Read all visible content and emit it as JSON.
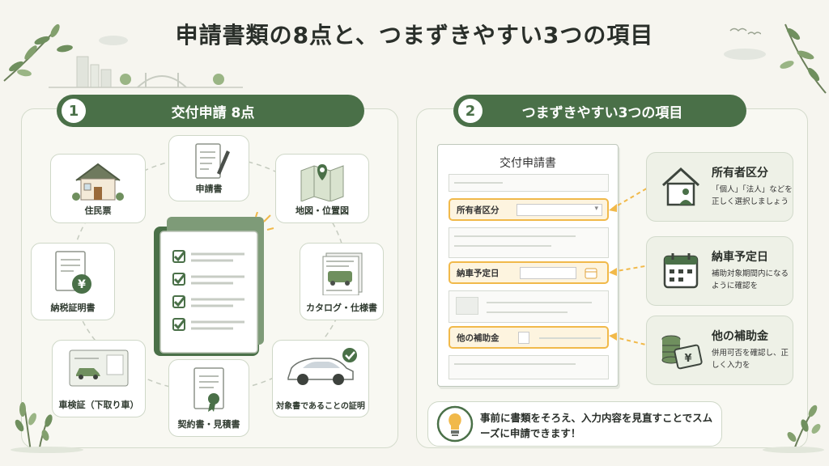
{
  "title": "申請書類の8点と、つまずきやすい3つの項目",
  "left_section": {
    "number": "1",
    "heading": "交付申請 8点",
    "documents": [
      {
        "label": "申請書",
        "icon": "pen-document-icon"
      },
      {
        "label": "地図・位置図",
        "icon": "map-pin-icon"
      },
      {
        "label": "カタログ・仕様書",
        "icon": "catalog-icon"
      },
      {
        "label": "対象書であることの証明",
        "icon": "electric-car-icon"
      },
      {
        "label": "契約書・見積書",
        "icon": "certificate-icon"
      },
      {
        "label": "車検証（下取り車）",
        "icon": "vehicle-card-icon"
      },
      {
        "label": "納税証明書",
        "icon": "yen-document-icon"
      },
      {
        "label": "住民票",
        "icon": "house-icon"
      }
    ]
  },
  "right_section": {
    "number": "2",
    "heading": "つまずきやすい3つの項目",
    "form_title": "交付申請書",
    "fields": [
      {
        "label": "所有者区分",
        "hint": "▾"
      },
      {
        "label": "納車予定日"
      },
      {
        "label": "他の補助金"
      }
    ],
    "items": [
      {
        "title": "所有者区分",
        "desc": "「個人」「法人」などを正しく選択しましょう",
        "icon": "house-person-icon"
      },
      {
        "title": "納車予定日",
        "desc": "補助対象期間内になるように確認を",
        "icon": "calendar-icon"
      },
      {
        "title": "他の補助金",
        "desc": "併用可否を確認し、正しく入力を",
        "icon": "coins-icon"
      }
    ],
    "tip": "事前に書類をそろえ、入力内容を見直すことでスムーズに申請できます！"
  },
  "colors": {
    "accent": "#4a7048",
    "highlight": "#f1b94a",
    "background": "#f6f5ef"
  }
}
